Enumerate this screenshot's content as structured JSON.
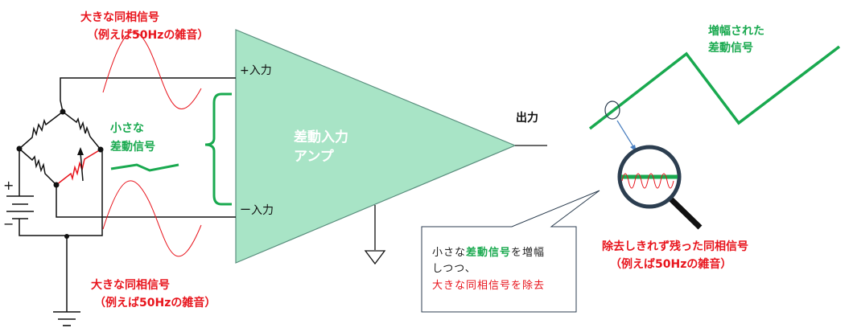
{
  "colors": {
    "amp_fill": "#a8e4c6",
    "signal_green": "#19a94f",
    "noise_red": "#e8141c",
    "wire": "#111111"
  },
  "noise_top": {
    "line1": "大きな同相信号",
    "line2": "（例えば50Hzの雑音）"
  },
  "noise_bottom": {
    "line1": "大きな同相信号",
    "line2": "（例えば50Hzの雑音）"
  },
  "small_diff": {
    "line1": "小さな",
    "line2": "差動信号"
  },
  "amp": {
    "plus_input": "+入力",
    "minus_input": "ー入力",
    "label1": "差動入力",
    "label2": "アンプ",
    "output": "出力"
  },
  "amplified": {
    "line1": "増幅された",
    "line2": "差動信号"
  },
  "residual": {
    "line1": "除去しきれず残った同相信号",
    "line2": "（例えば50Hzの雑音）"
  },
  "callout": {
    "pre": "小さな",
    "highlight": "差動信号",
    "post": "を増幅",
    "line2": "しつつ、",
    "line3": "大きな同相信号を除去"
  },
  "battery": {
    "plus": "+",
    "minus": "−"
  }
}
